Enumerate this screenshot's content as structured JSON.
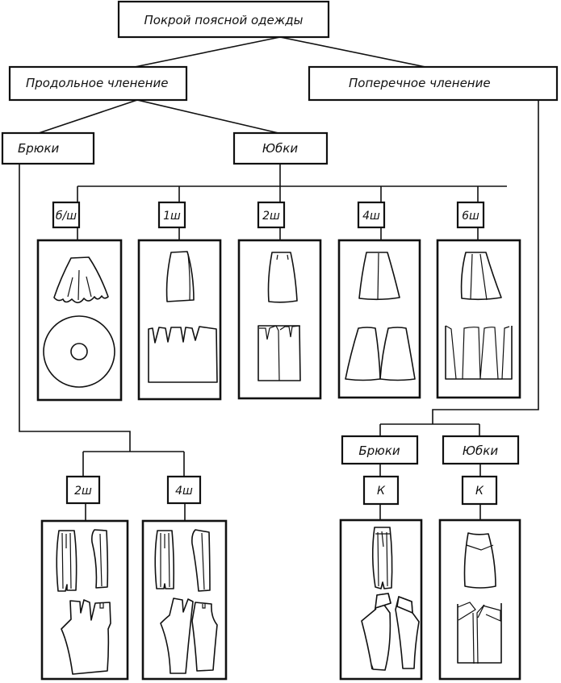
{
  "diagram": {
    "title": "Покрой поясной одежды",
    "colors": {
      "ink": "#111111",
      "background": "#ffffff"
    },
    "branches": {
      "longitudinal": {
        "label": "Продольное членение",
        "trousers": {
          "label": "Брюки",
          "variants": [
            {
              "label": "2ш",
              "figure": "trousers-2-seam"
            },
            {
              "label": "4ш",
              "figure": "trousers-4-seam"
            }
          ]
        },
        "skirts": {
          "label": "Юбки",
          "variants": [
            {
              "label": "б/ш",
              "figure": "circle-skirt-seamless"
            },
            {
              "label": "1ш",
              "figure": "skirt-1-seam"
            },
            {
              "label": "2ш",
              "figure": "skirt-2-seam"
            },
            {
              "label": "4ш",
              "figure": "skirt-4-seam"
            },
            {
              "label": "6ш",
              "figure": "skirt-6-seam"
            }
          ]
        }
      },
      "transverse": {
        "label": "Поперечное членение",
        "trousers": {
          "label": "Брюки",
          "variants": [
            {
              "label": "К",
              "figure": "trousers-yoke"
            }
          ]
        },
        "skirts": {
          "label": "Юбки",
          "variants": [
            {
              "label": "К",
              "figure": "skirt-yoke"
            }
          ]
        }
      }
    }
  }
}
